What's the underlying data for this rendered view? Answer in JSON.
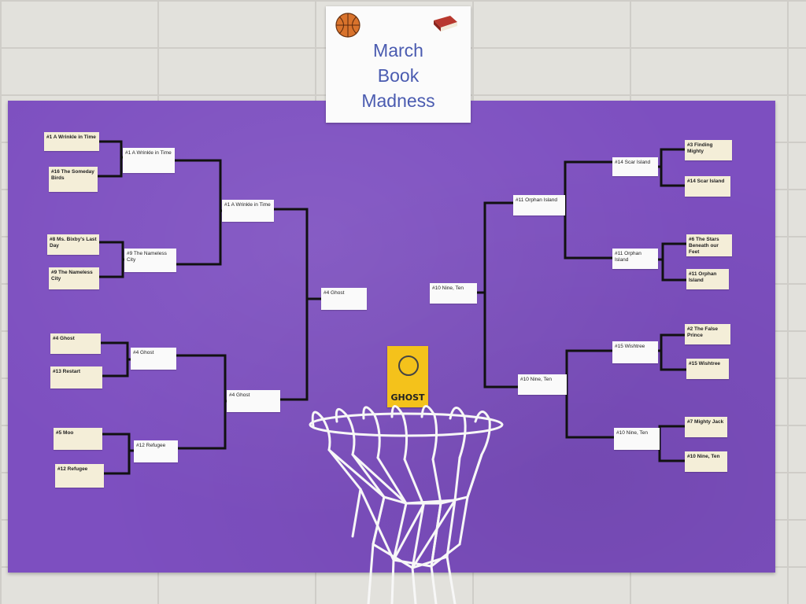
{
  "sign": {
    "line1": "March",
    "line2": "Book",
    "line3": "Madness"
  },
  "icons": [
    "basketball-icon",
    "book-icon"
  ],
  "colors": {
    "poster": "#7d4fc0",
    "sign_text": "#4a5bb0",
    "bracket_line": "#111111",
    "tag": "#f4c21b"
  },
  "bracket": {
    "left": {
      "round1": [
        "#1 A Wrinkle in Time",
        "#16 The Someday Birds",
        "#8 Ms. Bixby's Last Day",
        "#9 The Nameless City",
        "#4 Ghost",
        "#13 Restart",
        "#5 Moo",
        "#12 Refugee"
      ],
      "round2": [
        "#1 A Wrinkle in Time",
        "#9 The Nameless City",
        "#4 Ghost",
        "#12 Refugee"
      ],
      "round3": [
        "#1 A Wrinkle in Time",
        "#4 Ghost"
      ],
      "final": "#4 Ghost"
    },
    "right": {
      "round1": [
        "#3 Finding Mighty",
        "#14 Scar Island",
        "#6 The Stars Beneath our Feet",
        "#11 Orphan Island",
        "#2 The False Prince",
        "#15 Wishtree",
        "#7 Mighty Jack",
        "#10 Nine, Ten"
      ],
      "round2": [
        "#14 Scar Island",
        "#11 Orphan Island",
        "#15 Wishtree",
        "#10 Nine, Ten"
      ],
      "round3": [
        "#11 Orphan Island",
        "#10 Nine, Ten"
      ],
      "final": "#10 Nine, Ten"
    }
  },
  "book_tag": {
    "title": "GHOST"
  }
}
